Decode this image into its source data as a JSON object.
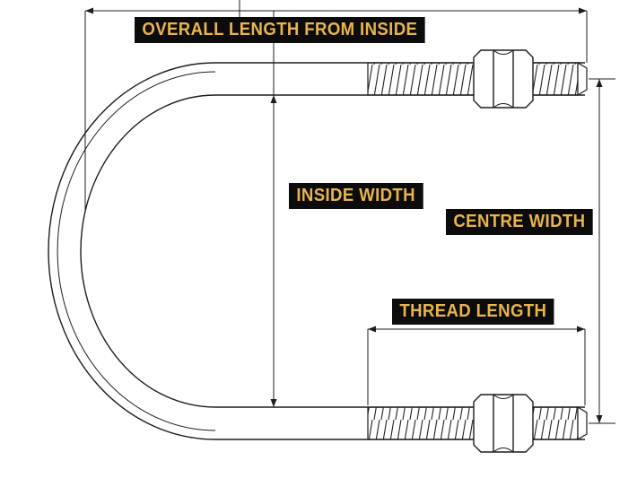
{
  "diagram": {
    "subject": "U-bolt technical dimension diagram",
    "labels": {
      "overall_length": "OVERALL LENGTH FROM INSIDE",
      "inside_width": "INSIDE WIDTH",
      "centre_width": "CENTRE WIDTH",
      "thread_length": "THREAD LENGTH"
    },
    "colors": {
      "background": "#ffffff",
      "line": "#1d1d1d",
      "label_background": "#0c0c0c",
      "label_text": "#e9b44c"
    }
  }
}
